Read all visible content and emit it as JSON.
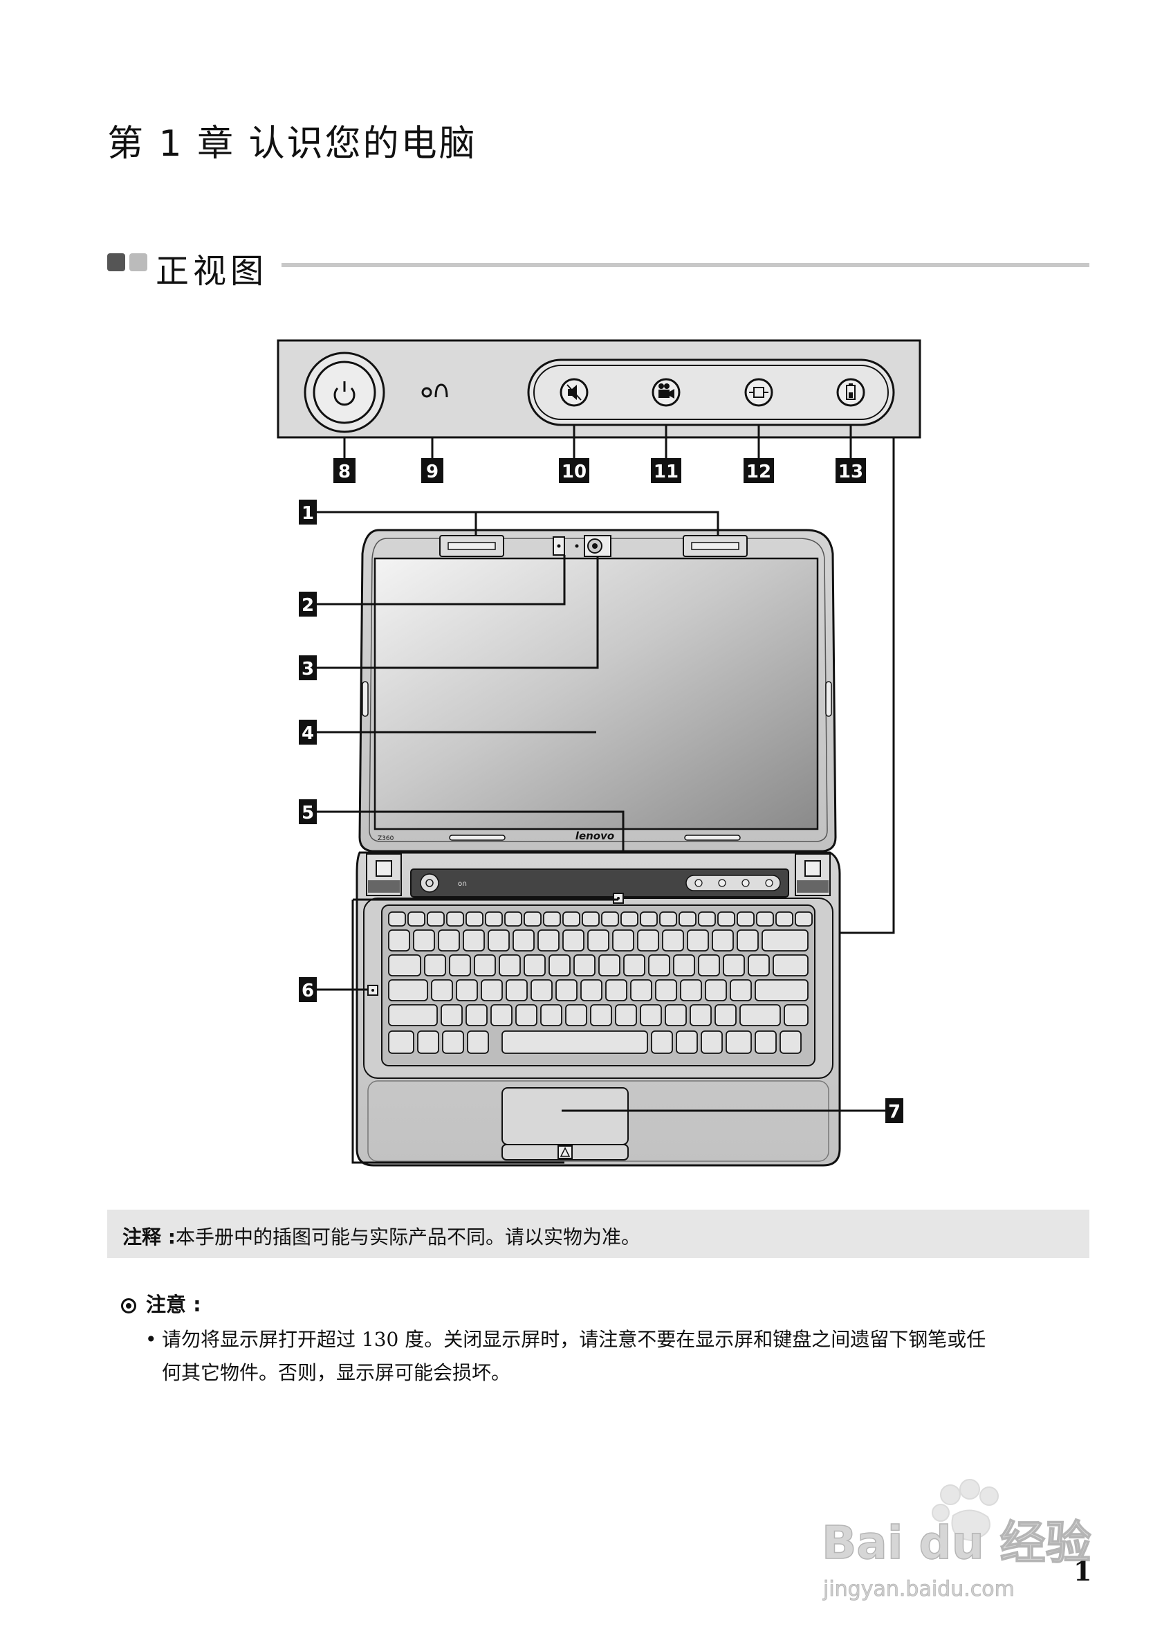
{
  "chapter": {
    "title": "第 1 章 认识您的电脑"
  },
  "section": {
    "title": "正视图"
  },
  "figure": {
    "callouts": [
      "1",
      "2",
      "3",
      "4",
      "5",
      "6",
      "7",
      "8",
      "9",
      "10",
      "11",
      "12",
      "13"
    ],
    "bezel_label": "lenovo",
    "model_label": "Z360",
    "inset_icons": [
      "power-icon",
      "novo-button-icon",
      "mute-icon",
      "camera-icon",
      "display-switch-icon",
      "battery-icon"
    ]
  },
  "note": {
    "label": "注释 :",
    "text": "本手册中的插图可能与实际产品不同。请以实物为准。"
  },
  "caution": {
    "label": "注意 :",
    "line1": "请勿将显示屏打开超过 130 度。关闭显示屏时，请注意不要在显示屏和键盘之间遗留下钢笔或任",
    "line2": "何其它物件。否则，显示屏可能会损坏。"
  },
  "page_number": "1",
  "watermark": {
    "logo": "Bai du 经验",
    "url": "jingyan.baidu.com"
  }
}
